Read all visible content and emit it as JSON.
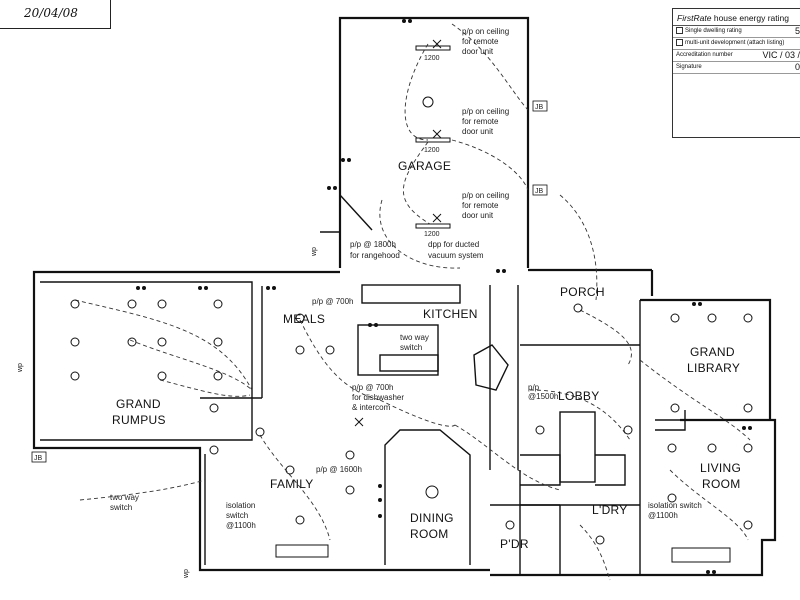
{
  "corner_note": "20/04/08",
  "stamp": {
    "title_brand": "FirstRate",
    "title_rest": " house energy rating",
    "rows": [
      {
        "label": "Single dwelling rating",
        "value": "5"
      },
      {
        "label": "multi-unit development (attach listing)",
        "value": ""
      },
      {
        "label": "Accreditation number",
        "value": "VIC / 03 /"
      },
      {
        "label": "Signature",
        "value": "0"
      }
    ]
  },
  "rooms": {
    "garage": "GARAGE",
    "porch": "PORCH",
    "meals": "MEALS",
    "kitchen": "KITCHEN",
    "grand_library_1": "GRAND",
    "grand_library_2": "LIBRARY",
    "grand_rumpus_1": "GRAND",
    "grand_rumpus_2": "RUMPUS",
    "lobby": "LOBBY",
    "living_1": "LIVING",
    "living_2": "ROOM",
    "family": "FAMILY",
    "dining_1": "DINING",
    "dining_2": "ROOM",
    "laundry": "L'DRY",
    "powder": "P'DR"
  },
  "notes": {
    "pp_ceiling_1": "p/p on ceiling",
    "pp_ceiling_2": "for remote",
    "pp_ceiling_3": "door unit",
    "fan_size": "1200",
    "rangehood_1": "p/p @ 1800h",
    "rangehood_2": "for rangehood",
    "ducted_1": "dpp for ducted",
    "ducted_2": "vacuum system",
    "meals_pp": "p/p @ 700h",
    "two_way_1": "two way",
    "two_way_2": "switch",
    "dishwasher_1": "p/p @ 700h",
    "dishwasher_2": "for dishwasher",
    "dishwasher_3": "& intercom",
    "family_pp": "p/p @ 1600h",
    "isolation_1": "isolation",
    "isolation_2": "switch",
    "isolation_3": "@1100h",
    "lobby_pp": "p/p",
    "lobby_pp_2": "@1500h",
    "living_iso_1": "isolation switch",
    "living_iso_2": "@1100h",
    "jb": "JB",
    "wp": "wp"
  }
}
